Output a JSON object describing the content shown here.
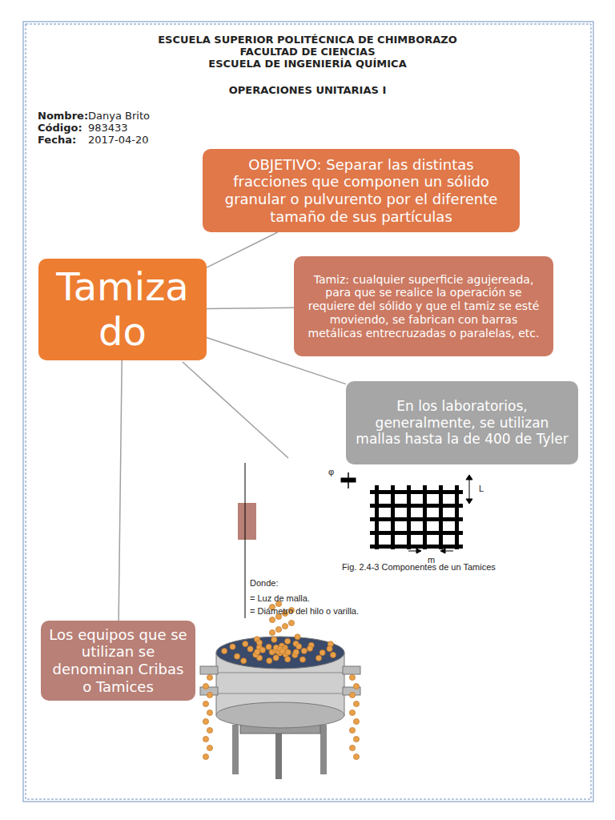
{
  "diagram": {
    "title": "ESCUELA SUPERIOR POLITÉCNICA DE CHIMBORAZO",
    "nodes": [
      {
        "text": [
          "Tamizado"
        ]
      },
      {
        "text": [
          "OBJETIVO: Separar las distintas fracciones que componen un sólido granular o pulvurento por el diferente tamaño de sus partículas"
        ]
      },
      {
        "text": [
          "Tamiz: cualquier superficie agujereada, para que se realice la operación se requiere del sólido y que el tamiz se esté moviendo, se fabrican con barras metálicas entrecruzadas o paralelas, etc."
        ]
      },
      {
        "text": [
          "En los laboratorios, generalmente, se utilizan mallas hasta la de 400 de Tyler"
        ]
      },
      {
        "text": [
          "Los equipos que se utilizan se denominan Cribas o Tamices"
        ]
      }
    ],
    "edges": [
      {
        "from": 0,
        "to": 1,
        "arrow": "none"
      },
      {
        "from": 0,
        "to": 2,
        "arrow": "none"
      },
      {
        "from": 0,
        "to": 3,
        "arrow": "none"
      },
      {
        "from": 0,
        "to": 4,
        "arrow": "none"
      }
    ],
    "labels": [
      "FACULTAD DE CIENCIAS",
      "ESCUELA DE INGENIERÍA QUÍMICA",
      "OPERACIONES UNITARIAS I",
      "Nombre:",
      "Danya Brito",
      "Código:",
      "983433",
      "Fecha:",
      "2017-04-20",
      "φ",
      "L",
      "m",
      "Fig. 2.4-3 Componentes de un Tamices",
      "Donde:",
      "= Luz de malla.",
      "= Diámetro del hilo o varilla."
    ]
  }
}
